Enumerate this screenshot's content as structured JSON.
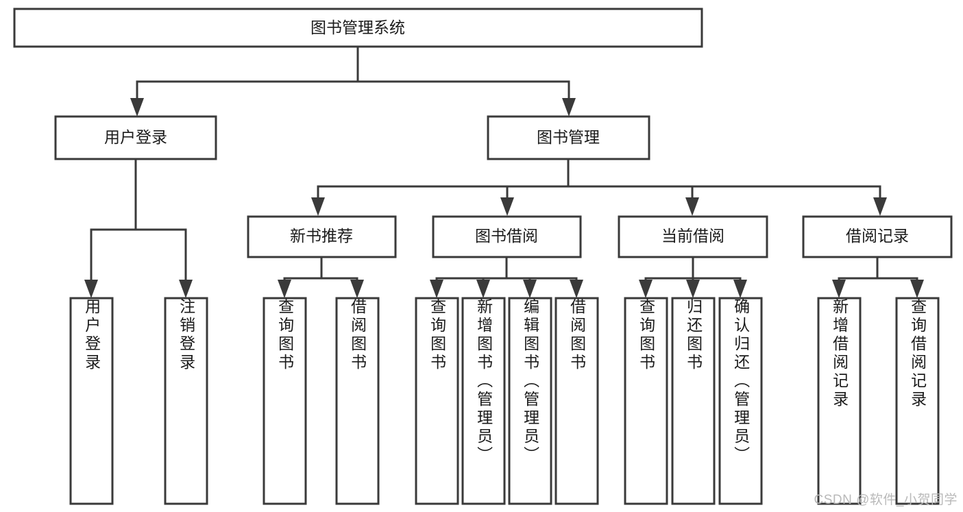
{
  "diagram": {
    "type": "tree-hierarchy-diagram",
    "title": "图书管理系统",
    "watermark": "CSDN @软件_小贺同学",
    "colors": {
      "stroke": "#3a3a3a",
      "fill": "#ffffff",
      "text": "#1b1b1b",
      "watermark": "#b9b9b9",
      "background": "#ffffff"
    },
    "root": {
      "label": "图书管理系统",
      "name": "node-root-system"
    },
    "level2": [
      {
        "label": "用户登录",
        "name": "node-user-login"
      },
      {
        "label": "图书管理",
        "name": "node-book-management"
      }
    ],
    "level3": [
      {
        "label": "新书推荐",
        "name": "node-new-book-recommend"
      },
      {
        "label": "图书借阅",
        "name": "node-book-borrow"
      },
      {
        "label": "当前借阅",
        "name": "node-current-borrow"
      },
      {
        "label": "借阅记录",
        "name": "node-borrow-record"
      }
    ],
    "leaves": {
      "user_login": [
        {
          "label": "用户登录",
          "name": "leaf-user-login"
        },
        {
          "label": "注销登录",
          "name": "leaf-logout"
        }
      ],
      "new_book_recommend": [
        {
          "label": "查询图书",
          "name": "leaf-query-book-1"
        },
        {
          "label": "借阅图书",
          "name": "leaf-borrow-book-1"
        }
      ],
      "book_borrow": [
        {
          "label": "查询图书",
          "name": "leaf-query-book-2"
        },
        {
          "label": "新增图书（管理员）",
          "name": "leaf-add-book-admin"
        },
        {
          "label": "编辑图书（管理员）",
          "name": "leaf-edit-book-admin"
        },
        {
          "label": "借阅图书",
          "name": "leaf-borrow-book-2"
        }
      ],
      "current_borrow": [
        {
          "label": "查询图书",
          "name": "leaf-query-book-3"
        },
        {
          "label": "归还图书",
          "name": "leaf-return-book"
        },
        {
          "label": "确认归还（管理员）",
          "name": "leaf-confirm-return-admin"
        }
      ],
      "borrow_record": [
        {
          "label": "新增借阅记录",
          "name": "leaf-add-borrow-record"
        },
        {
          "label": "查询借阅记录",
          "name": "leaf-query-borrow-record"
        }
      ]
    }
  }
}
